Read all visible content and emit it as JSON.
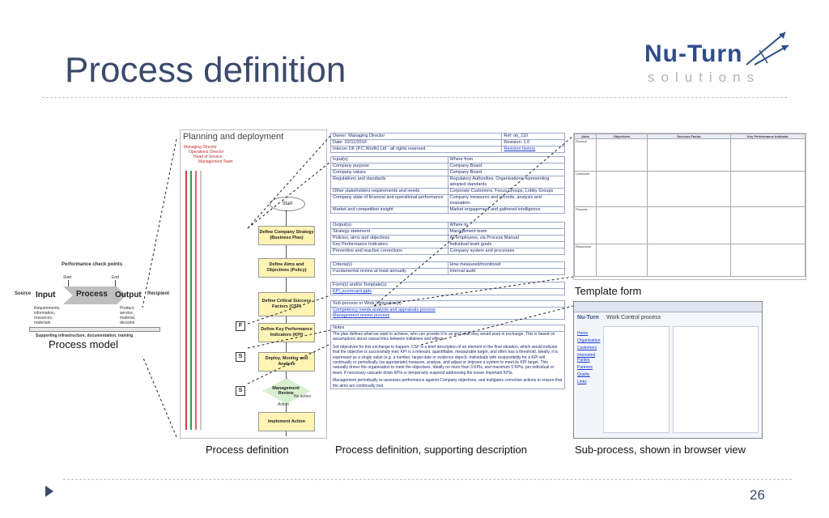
{
  "slide": {
    "title": "Process definition",
    "page_number": "26",
    "logo": {
      "main": "Nu-Turn",
      "sub": "solutions"
    }
  },
  "captions": {
    "process_model": "Process model",
    "process_definition": "Process definition",
    "supporting": "Process definition, supporting description",
    "template": "Template form",
    "subprocess": "Sub-process, shown in browser view"
  },
  "process_model": {
    "top_label": "Performance check points",
    "start": "Start",
    "end": "End",
    "source": "Source",
    "input": "Input",
    "process": "Process",
    "output": "Output",
    "recipient": "Recipient",
    "input_detail": "Requirements, information, resources, materials",
    "output_detail": "Product, service, material, decision",
    "bottom_label": "Supporting infrastructure, documentation, training"
  },
  "flow": {
    "title": "Planning and deployment",
    "roles": [
      "Managing Director",
      "Operations Director",
      "Head of Service",
      "Management Team"
    ],
    "start": "Start",
    "boxes": [
      "Define Company Strategy (Business Plan)",
      "Define Aims and Objectives (Policy)",
      "Define Critical Success Factors (CSF)",
      "Define Key Performance Indicators (KPI)",
      "Deploy, Monitor and Analyse",
      "Management Review",
      "Implement Action"
    ],
    "decision_labels": [
      "No action",
      "Action"
    ],
    "markers": [
      "F",
      "S",
      "S"
    ]
  },
  "form": {
    "owner": "Owner: Managing Director",
    "ref": "Ref: ob_110",
    "date": "Date: 02/11/2016",
    "revision": "Revision: 1.0",
    "company": "Intecon UK (P.C Worth) Ltd - all rights reserved",
    "revision_history": "Revision history",
    "inputs_head": "Input(s)",
    "where_from_head": "Where from",
    "inputs": [
      [
        "Company purpose",
        "Company Board"
      ],
      [
        "Company values",
        "Company Board"
      ],
      [
        "Regulations and standards",
        "Regulatory Authorities, Organisations representing adopted standards"
      ],
      [
        "Other stakeholders requirements and needs",
        "Corporate Customers, Focus Groups, Lobby Groups"
      ],
      [
        "Company state of financial and operational performance",
        "Company measures and records, analysis and evaluation"
      ],
      [
        "Market and competition insight",
        "Market engagement and gathered intelligence"
      ]
    ],
    "outputs_head": "Output(s)",
    "where_to_head": "Where to",
    "outputs": [
      [
        "Strategy statement",
        "Management team"
      ],
      [
        "Policies, aims and objectives",
        "All employees, via Process Manual"
      ],
      [
        "Key Performance Indicators",
        "Individual team goals"
      ],
      [
        "Preventive and reactive corrections",
        "Company system and processes"
      ]
    ],
    "criteria_head": "Criteria(s)",
    "measured_head": "How measured/monitored",
    "criteria": [
      [
        "Fundamental review at least annually",
        "Internal audit"
      ]
    ],
    "forms_head": "Form(s) and/or Template(s)",
    "forms_link": "KPI_scorecard.pptx",
    "sub_head": "Sub-process or Work Instruction(s)",
    "sub_links": [
      "Competency needs analysis and appraisals process",
      "Management review process"
    ],
    "notes_head": "Notes",
    "notes": [
      "The plan defines what we want to achieve, who can provide it to us and what they would want in exchange. This is based on assumptions about causal links between initiatives and effects.",
      "Set objectives for this exchange to happen. CSF is a brief description of an element in the final situation, which would indicate that the objective is successfully met. KPI is a relevant, quantifiable, measurable target, and often has a threshold. Ideally, it is expressed as a single value (e.g. a number, target date or evidence object). Individuals with responsibility for a KPI will continually or periodically (as appropriate) measure, analyse, and adjust or improve a system to meet its KPI target. This naturally drives the organisation to meet the objectives. Ideally no more than 3 KPIs, and maximum 5 KPIs, per individual or team. If necessary cascade down KPIs or temporarily suspend addressing the lesser important KPIs.",
      "Management periodically re-assesses performance against Company objectives, and instigates corrective actions to ensure that the aims are continually met."
    ]
  },
  "template": {
    "headers": [
      "Aims",
      "Objectives",
      "Success Factor",
      "Key Performance Indicator"
    ],
    "groups": [
      "Finance",
      "Customer",
      "Process",
      "Resources"
    ]
  },
  "browser": {
    "page_title": "Work Control process",
    "nav": [
      "Home",
      "Organisation",
      "Customers",
      "Interested Parties",
      "Partners",
      "Quality",
      "Links"
    ]
  }
}
